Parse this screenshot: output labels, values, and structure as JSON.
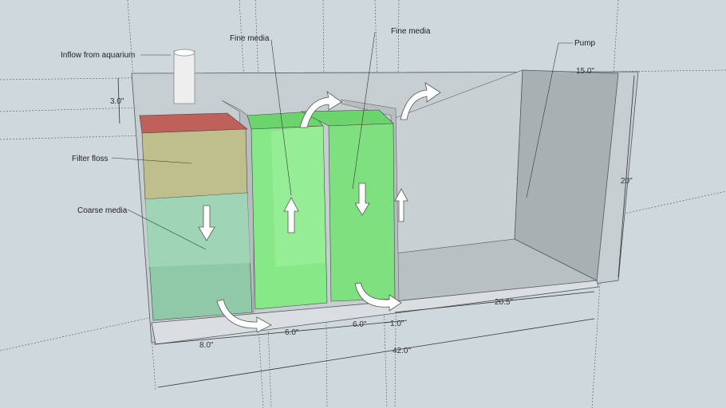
{
  "labels": {
    "inflow": "Inflow from aquarium",
    "fine_media_1": "Fine media",
    "fine_media_2": "Fine media",
    "pump": "Pump",
    "filter_floss": "Filter floss",
    "coarse_media": "Coarse media"
  },
  "dimensions": {
    "weir_depth": "3.0\"",
    "width": "15.0\"",
    "height": "20\"",
    "chamber_coarse": "8.0\"",
    "chamber_fine_1": "6.0\"",
    "chamber_fine_2": "6.0\"",
    "baffle_gap": "1.0\"",
    "pump_chamber": "20.5\"",
    "total_length": "42.0\""
  },
  "colors": {
    "background": "#cfd8dc",
    "floss_top": "#c0605a",
    "floss": "#bfbf8e",
    "coarse": "#8fc9a8",
    "fine": "#7fe07f"
  }
}
